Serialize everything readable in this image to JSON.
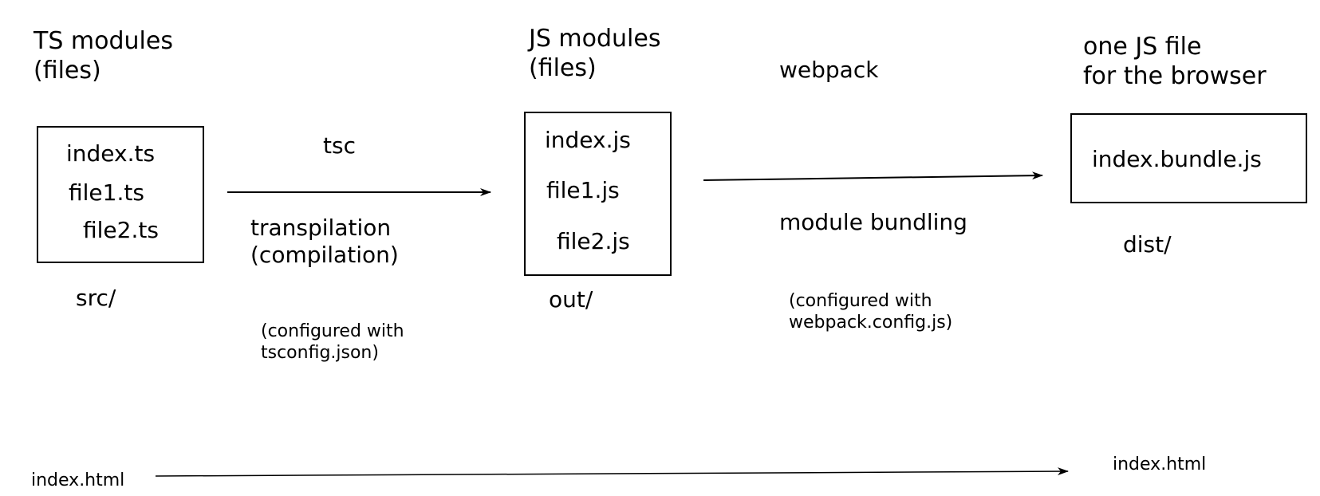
{
  "ts_stage": {
    "heading_line1": "TS modules",
    "heading_line2": "(files)",
    "files": [
      "index.ts",
      "file1.ts",
      "file2.ts"
    ],
    "folder": "src/"
  },
  "tsc_step": {
    "tool": "tsc",
    "action_line1": "transpilation",
    "action_line2": "(compilation)",
    "config_line1": "(configured with",
    "config_line2": "tsconfig.json)"
  },
  "js_stage": {
    "heading_line1": "JS modules",
    "heading_line2": "(files)",
    "files": [
      "index.js",
      "file1.js",
      "file2.js"
    ],
    "folder": "out/"
  },
  "webpack_step": {
    "tool": "webpack",
    "action": "module bundling",
    "config_line1": "(configured with",
    "config_line2": "webpack.config.js)"
  },
  "bundle_stage": {
    "heading_line1": "one JS file",
    "heading_line2": "for the browser",
    "file": "index.bundle.js",
    "folder": "dist/"
  },
  "html_copy": {
    "source": "index.html",
    "target": "index.html"
  }
}
